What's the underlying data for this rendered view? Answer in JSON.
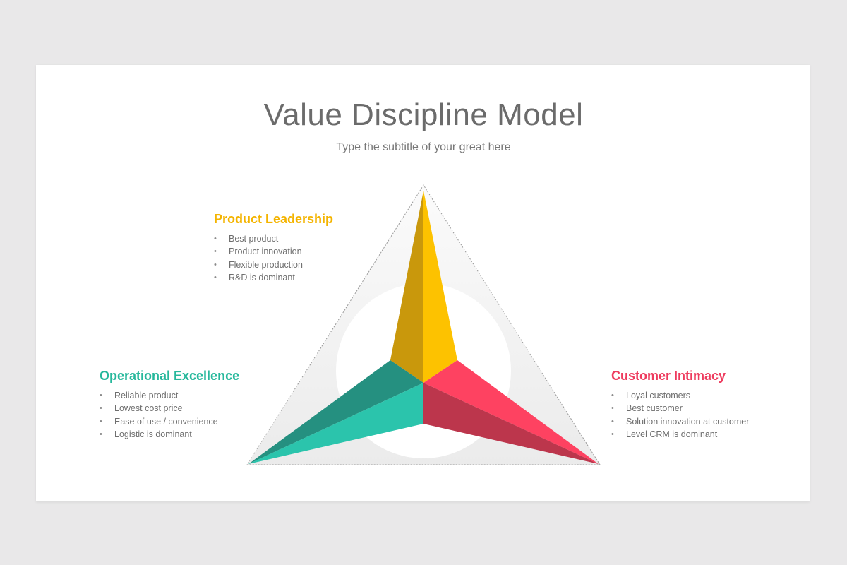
{
  "title": "Value Discipline Model",
  "subtitle": "Type the subtitle of your great here",
  "colors": {
    "product_leadership": "#f4b400",
    "operational_excellence": "#27b89c",
    "customer_intimacy": "#ee3b5e"
  },
  "sections": {
    "product_leadership": {
      "heading": "Product Leadership",
      "items": [
        "Best product",
        "Product innovation",
        "Flexible production",
        "R&D is dominant"
      ]
    },
    "operational_excellence": {
      "heading": "Operational Excellence",
      "items": [
        "Reliable product",
        "Lowest cost price",
        "Ease of use / convenience",
        "Logistic is dominant"
      ]
    },
    "customer_intimacy": {
      "heading": "Customer Intimacy",
      "items": [
        "Loyal customers",
        "Best customer",
        "Solution innovation at customer",
        "Level CRM is dominant"
      ]
    }
  }
}
